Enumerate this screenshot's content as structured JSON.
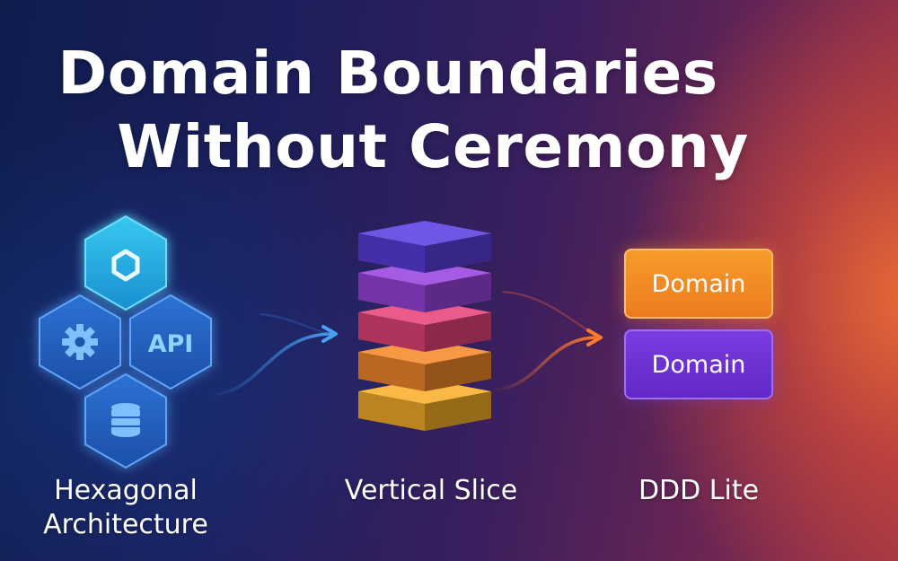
{
  "title": {
    "line1": "Domain Boundaries",
    "line2": "Without Ceremony"
  },
  "sections": {
    "hexagonal": {
      "caption_line1": "Hexagonal",
      "caption_line2": "Architecture",
      "cells": [
        "hexagon-icon",
        "gear-icon",
        "API",
        "database-icon"
      ]
    },
    "vertical_slice": {
      "caption": "Vertical Slice",
      "layer_colors": [
        "#5b3fe0",
        "#9a45e0",
        "#e8457a",
        "#f58a2a",
        "#f9b02a"
      ]
    },
    "ddd_lite": {
      "caption": "DDD Lite",
      "boxes": [
        "Domain",
        "Domain"
      ]
    }
  },
  "colors": {
    "hex_cyan": "#2ab4e6",
    "hex_blue": "#2f6fd0",
    "arrow_blue": "#3a8be8",
    "arrow_orange": "#f06a2e"
  }
}
